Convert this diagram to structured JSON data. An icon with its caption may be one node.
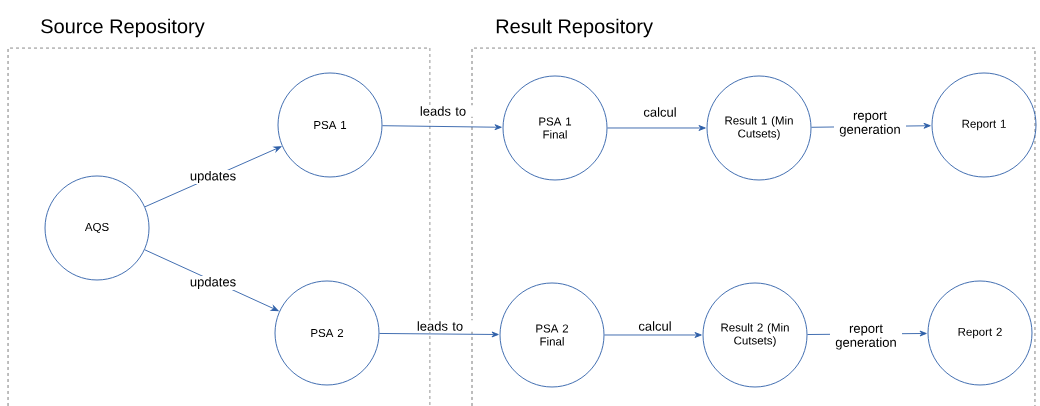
{
  "diagram": {
    "nodes": [
      {
        "text": [
          "Source Repository"
        ]
      },
      {
        "text": [
          "Result Repository"
        ]
      },
      {
        "text": [
          "AQS"
        ],
        "in": 0
      },
      {
        "text": [
          "PSA 1"
        ],
        "in": 0
      },
      {
        "text": [
          "PSA 2"
        ],
        "in": 0
      },
      {
        "text": [
          "PSA 1 Final"
        ],
        "in": 1
      },
      {
        "text": [
          "Result 1 (Min Cutsets)"
        ],
        "in": 1
      },
      {
        "text": [
          "Report 1"
        ],
        "in": 1
      },
      {
        "text": [
          "PSA 2 Final"
        ],
        "in": 1
      },
      {
        "text": [
          "Result 2 (Min Cutsets)"
        ],
        "in": 1
      },
      {
        "text": [
          "Report 2"
        ],
        "in": 1
      }
    ],
    "edges": [
      {
        "from": 2,
        "to": 3,
        "arrow": "to",
        "label": "updates"
      },
      {
        "from": 2,
        "to": 4,
        "arrow": "to",
        "label": "updates"
      },
      {
        "from": 3,
        "to": 5,
        "arrow": "to",
        "label": "leads to"
      },
      {
        "from": 5,
        "to": 6,
        "arrow": "to",
        "label": "calcul"
      },
      {
        "from": 6,
        "to": 7,
        "arrow": "to",
        "label": "report generation"
      },
      {
        "from": 4,
        "to": 8,
        "arrow": "to",
        "label": "leads to"
      },
      {
        "from": 8,
        "to": 9,
        "arrow": "to",
        "label": "calcul"
      },
      {
        "from": 9,
        "to": 10,
        "arrow": "to",
        "label": "report generation"
      }
    ]
  }
}
